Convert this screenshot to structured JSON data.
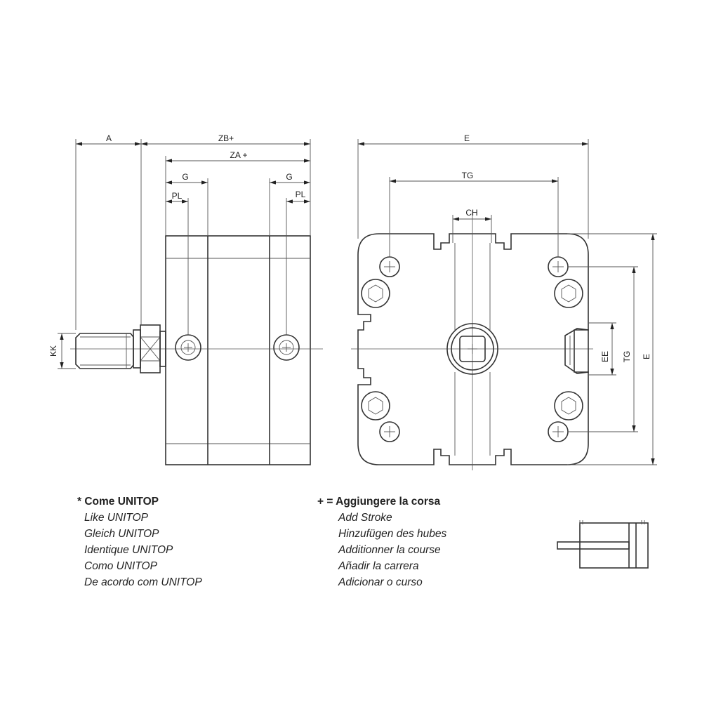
{
  "dimensions": {
    "left_view": {
      "A": "A",
      "ZB": "ZB+",
      "ZA": "ZA +",
      "G": "G",
      "PL": "PL",
      "KK": "KK"
    },
    "right_view": {
      "E": "E",
      "TG": "TG",
      "CH": "CH",
      "EE": "EE"
    }
  },
  "notes_left": {
    "title": "* Come UNITOP",
    "lines": [
      "Like UNITOP",
      "Gleich UNITOP",
      "Identique UNITOP",
      "Como UNITOP",
      "De acordo com UNITOP"
    ]
  },
  "notes_right": {
    "title": "+ = Aggiungere la corsa",
    "lines": [
      "Add Stroke",
      "Hinzufügen des hubes",
      "Additionner la course",
      "Añadir la carrera",
      "Adicionar o curso"
    ]
  }
}
